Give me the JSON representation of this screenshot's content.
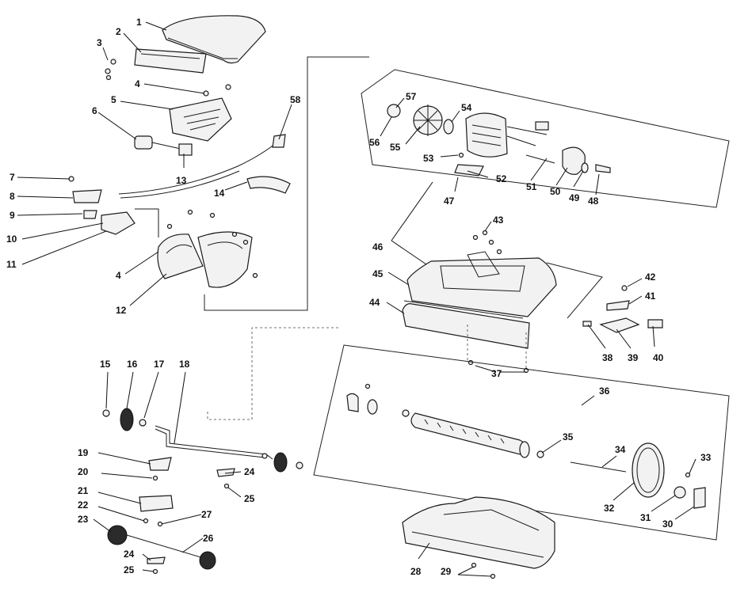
{
  "callouts": [
    "1",
    "2",
    "3",
    "4",
    "5",
    "6",
    "7",
    "8",
    "9",
    "10",
    "11",
    "12",
    "13",
    "14",
    "15",
    "16",
    "17",
    "18",
    "19",
    "20",
    "21",
    "22",
    "23",
    "24",
    "25",
    "26",
    "27",
    "28",
    "29",
    "30",
    "31",
    "32",
    "33",
    "34",
    "35",
    "36",
    "37",
    "38",
    "39",
    "40",
    "41",
    "42",
    "43",
    "44",
    "45",
    "46",
    "47",
    "48",
    "49",
    "50",
    "51",
    "52",
    "53",
    "54",
    "55",
    "56",
    "57",
    "58"
  ],
  "labels": {
    "p1": "1",
    "p2": "2",
    "p3": "3",
    "p4a": "4",
    "p4b": "4",
    "p5": "5",
    "p6": "6",
    "p7": "7",
    "p8": "8",
    "p9": "9",
    "p10": "10",
    "p11": "11",
    "p12": "12",
    "p13": "13",
    "p14": "14",
    "p15": "15",
    "p16": "16",
    "p17": "17",
    "p18": "18",
    "p19": "19",
    "p20": "20",
    "p21": "21",
    "p22": "22",
    "p23": "23",
    "p24a": "24",
    "p24b": "24",
    "p25a": "25",
    "p25b": "25",
    "p26": "26",
    "p27": "27",
    "p28": "28",
    "p29": "29",
    "p30": "30",
    "p31": "31",
    "p32": "32",
    "p33": "33",
    "p34": "34",
    "p35": "35",
    "p36": "36",
    "p37": "37",
    "p38": "38",
    "p39": "39",
    "p40": "40",
    "p41": "41",
    "p42": "42",
    "p43": "43",
    "p44": "44",
    "p45": "45",
    "p46": "46",
    "p47": "47",
    "p48": "48",
    "p49": "49",
    "p50": "50",
    "p51": "51",
    "p52": "52",
    "p53": "53",
    "p54": "54",
    "p55": "55",
    "p56": "56",
    "p57": "57",
    "p58": "58"
  }
}
